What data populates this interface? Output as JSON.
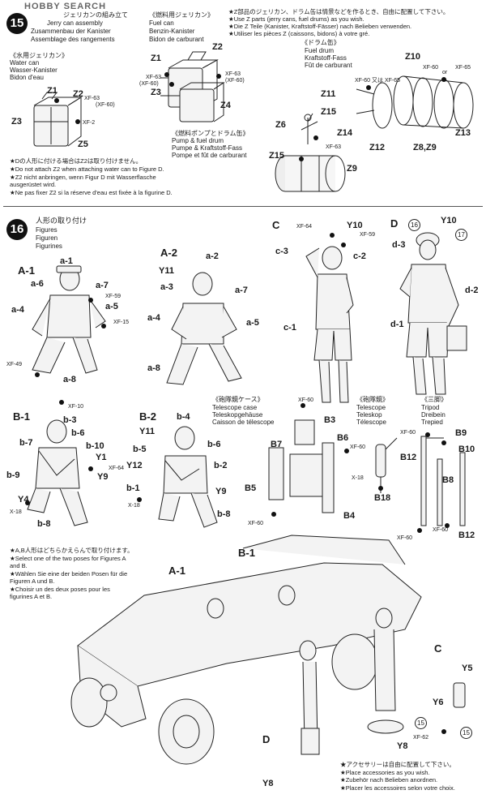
{
  "watermark": {
    "text": "HOBBY SEARCH"
  },
  "step15": {
    "number": "15",
    "jerry_can_assembly": {
      "jp": "ジェリカンの組み立て",
      "en": "Jerry can assembly",
      "de": "Zusammenbau der Kanister",
      "fr": "Assemblage des rangements"
    },
    "fuel_can": {
      "jp": "《燃料用ジェリカン》",
      "en": "Fuel can",
      "de": "Benzin-Kanister",
      "fr": "Bidon de carburant"
    },
    "water_can": {
      "jp": "《水用ジェリカン》",
      "en": "Water can",
      "de": "Wasser-Kanister",
      "fr": "Bidon d'eau"
    },
    "fuel_drum": {
      "jp": "《ドラム缶》",
      "en": "Fuel drum",
      "de": "Kraftstoff-Fass",
      "fr": "Fût de carburant"
    },
    "pump_drum": {
      "jp": "《燃料ポンプとドラム缶》",
      "en": "Pump & fuel drum",
      "de": "Pumpe & Kraftstoff-Fass",
      "fr": "Pompe et fût de carburant"
    },
    "z_notes": [
      "★Z部品のジェリカン、ドラム缶は情景などを作るとき、自由に配置して下さい。",
      "★Use Z parts (jerry cans, fuel drums) as you wish.",
      "★Die Z Teile (Kanister, Kraftstoff-Fässer) nach Belieben verwenden.",
      "★Utiliser les pièces Z (caissons, bidons) à votre gré."
    ],
    "water_notes": [
      "★Dの人形に付ける場合はZ2は取り付けません。",
      "★Do not attach Z2 when attaching water can to Figure D.",
      "★Z2 nicht anbringen, wenn Figur D mit Wasserflasche",
      "ausgerüstet wird.",
      "★Ne pas fixer Z2 si la réserve d'eau est fixée à la figurine D."
    ],
    "parts": {
      "z1": "Z1",
      "z2": "Z2",
      "z3": "Z3",
      "z4": "Z4",
      "z5": "Z5",
      "z6": "Z6",
      "z8z9": "Z8,Z9",
      "z9": "Z9",
      "z10": "Z10",
      "z11": "Z11",
      "z12": "Z12",
      "z13": "Z13",
      "z14": "Z14",
      "z15": "Z15"
    },
    "colors": {
      "xf63": "XF-63",
      "xf63_60": "(XF-60)",
      "xf2": "XF-2",
      "xf60_or_xf65": "XF-60 又は XF-65",
      "or": "or",
      "xf65": "XF-65",
      "xf60": "XF-60"
    }
  },
  "step16": {
    "number": "16",
    "title": {
      "jp": "人形の取り付け",
      "en": "Figures",
      "de": "Figuren",
      "fr": "Figurines"
    },
    "figures": {
      "a1": "A-1",
      "a2": "A-2",
      "b1": "B-1",
      "b2": "B-2",
      "c": "C",
      "d": "D"
    },
    "a1_parts": [
      "a-1",
      "a-6",
      "a-7",
      "a-5",
      "a-4",
      "a-8"
    ],
    "a2_parts": [
      "a-2",
      "a-3",
      "a-7",
      "a-4",
      "a-5",
      "a-8"
    ],
    "b1_parts": [
      "b-3",
      "b-7",
      "b-6",
      "b-10",
      "b-9",
      "b-8"
    ],
    "b2_parts": [
      "b-4",
      "b-5",
      "b-6",
      "b-2",
      "b-1",
      "b-8"
    ],
    "c_parts": [
      "c-3",
      "c-2",
      "c-1"
    ],
    "d_parts": [
      "d-3",
      "d-2",
      "d-1"
    ],
    "misc": {
      "y10": "Y10",
      "y11": "Y11",
      "y12": "Y12",
      "y1": "Y1",
      "y4": "Y4",
      "y9": "Y9",
      "y5": "Y5",
      "y6": "Y6",
      "y8": "Y8",
      "c16": "16",
      "c17": "17",
      "c15": "15"
    },
    "paints": {
      "xf59": "XF-59",
      "xf15": "XF-15",
      "xf49": "XF-49",
      "xf10": "XF-10",
      "xf64": "XF-64",
      "xf18": "X-18",
      "xf60": "XF-60",
      "xf62": "XF-62"
    },
    "telescope_case": {
      "jp": "《砲隊鏡ケース》",
      "en": "Telescope case",
      "de": "Teleskopgehäuse",
      "fr": "Caisson de télescope"
    },
    "telescope": {
      "jp": "《砲隊鏡》",
      "en": "Telescope",
      "de": "Teleskop",
      "fr": "Télescope"
    },
    "tripod": {
      "jp": "《三脚》",
      "en": "Tripod",
      "de": "Dreibein",
      "fr": "Trepied"
    },
    "bparts": {
      "b3": "B3",
      "b7": "B7",
      "b6": "B6",
      "b5": "B5",
      "b4": "B4",
      "b18": "B18",
      "b9": "B9",
      "b10": "B10",
      "b12": "B12",
      "b8": "B8"
    },
    "pose_notes": [
      "★A,B人形はどちらかえらんで取り付けます。",
      "★Select one of the two poses for Figures A",
      "and B.",
      "★Wählen Sie eine der beiden Posen für die",
      "Figuren A und B.",
      "★Choisir un des deux poses pour les",
      "figurines A et B."
    ],
    "acc_notes": [
      "★アクセサリーは自由に配置して下さい。",
      "★Place accessories as you wish.",
      "★Zubehör nach Belieben anordnen.",
      "★Placer les accessoires selon votre choix."
    ]
  }
}
